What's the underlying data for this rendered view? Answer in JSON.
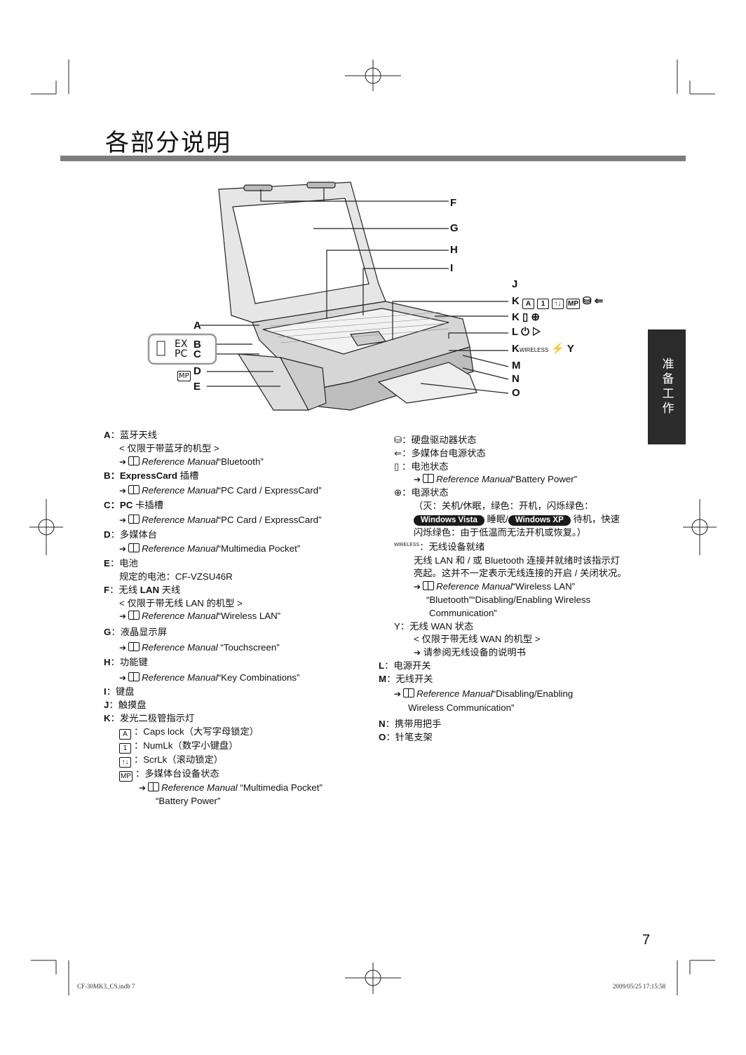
{
  "title": "各部分说明",
  "side_tab": "准备工作",
  "page_number": "7",
  "footer": {
    "left": "CF-30MK3_CS.indb   7",
    "right": "2009/05/25   17:15:58"
  },
  "diagram": {
    "labels_right": [
      "F",
      "G",
      "H",
      "I",
      "J",
      "K",
      "K",
      "L",
      "K",
      "M",
      "N",
      "O"
    ],
    "labels_left": {
      "A": "A",
      "B": "B",
      "C": "C",
      "D": "D",
      "E": "E"
    },
    "slot_ex": "EX",
    "slot_pc": "PC",
    "mp_icon": "MP",
    "wireless_tag": "WIRELESS"
  },
  "left_col": {
    "a_label": "A",
    "a_text": "：蓝牙天线",
    "a_note": "< 仅限于带蓝牙的机型 >",
    "a_ref": "Reference Manual",
    "a_topic": "“Bluetooth”",
    "b_label": "B",
    "b_bold": "：ExpressCard",
    "b_text": " 插槽",
    "b_ref": "Reference Manual",
    "b_topic": "“PC Card / ExpressCard”",
    "c_label": "C",
    "c_bold": "：PC",
    "c_text": " 卡插槽",
    "c_ref": "Reference Manual",
    "c_topic": "“PC Card / ExpressCard”",
    "d_label": "D",
    "d_text": "：多媒体台",
    "d_ref": "Reference Manual",
    "d_topic": "“Multimedia Pocket”",
    "e_label": "E",
    "e_text": "：电池",
    "e_note": "规定的电池：CF-VZSU46R",
    "f_label": "F",
    "f_text": "：无线 ",
    "f_bold": "LAN",
    "f_text2": " 天线",
    "f_note": "< 仅限于带无线 LAN 的机型 >",
    "f_ref": "Reference Manual",
    "f_topic": "“Wireless LAN”",
    "g_label": "G",
    "g_text": "：液晶显示屏",
    "g_ref": "Reference Manual",
    "g_topic": "“Touchscreen”",
    "h_label": "H",
    "h_text": "：功能键",
    "h_ref": "Reference Manual",
    "h_topic": "“Key Combinations”",
    "i_label": "I",
    "i_text": "：键盘",
    "j_label": "J",
    "j_text": "：触摸盘",
    "k_label": "K",
    "k_text": "：发光二极管指示灯",
    "k1_icon": "A",
    "k1_text": "：Caps lock（大写字母锁定）",
    "k2_icon": "1",
    "k2_text": "：NumLk（数字小键盘）",
    "k3_icon": "↑↓",
    "k3_text": "：ScrLk（滚动锁定）",
    "k4_icon": "MP",
    "k4_text": "：多媒体台设备状态",
    "k4_ref": "Reference Manual",
    "k4_topic": "“Multimedia Pocket”",
    "k4_topic2": "“Battery Power”"
  },
  "right_col": {
    "hdd_text": "：硬盘驱动器状态",
    "mpp_text": "：多媒体台电源状态",
    "batt_text": "：电池状态",
    "batt_ref": "Reference Manual",
    "batt_topic": "“Battery Power”",
    "pwr_text": "：电源状态",
    "pwr_note1": "（灭：关机/休眠，绿色：开机，闪烁绿色：",
    "vista": "Windows Vista",
    "sleep": "睡眠/",
    "xp": "Windows XP",
    "standby": "待机，快速",
    "pwr_note3": "闪烁绿色：由于低温而无法开机或恢复。）",
    "wl_tag": "WIRELESS",
    "wl_text": "：无线设备就绪",
    "wl_note1": "无线 LAN 和 / 或 Bluetooth 连接并就绪时该指示灯",
    "wl_note2": "亮起。这并不一定表示无线连接的开启 / 关闭状况。",
    "wl_ref": "Reference Manual",
    "wl_topic": "“Wireless LAN”",
    "wl_topic2": "“Bluetooth”“Disabling/Enabling Wireless",
    "wl_topic3": "Communication”",
    "wan_text": "：无线 WAN 状态",
    "wan_note": "< 仅限于带无线 WAN 的机型 >",
    "wan_ref": "请参阅无线设备的说明书",
    "l_label": "L",
    "l_text": "：电源开关",
    "m_label": "M",
    "m_text": "：无线开关",
    "m_ref": "Reference Manual",
    "m_topic": "“Disabling/Enabling",
    "m_topic2": "Wireless Communication”",
    "n_label": "N",
    "n_text": "：携带用把手",
    "o_label": "O",
    "o_text": "：针笔支架"
  }
}
